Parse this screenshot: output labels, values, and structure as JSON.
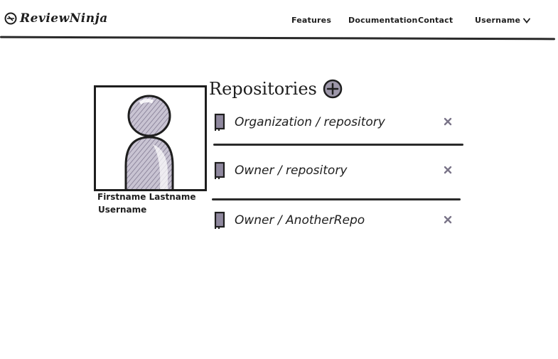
{
  "header": {
    "logo_text": "ReviewNinja",
    "nav": {
      "features": "Features",
      "documentation": "Documentation",
      "contact": "Contact",
      "user_menu": "Username"
    }
  },
  "profile": {
    "full_name": "Firstname Lastname",
    "username": "Username"
  },
  "repositories": {
    "title": "Repositories",
    "items": [
      {
        "name": "Organization / repository"
      },
      {
        "name": "Owner / repository"
      },
      {
        "name": "Owner / AnotherRepo"
      }
    ]
  },
  "colors": {
    "ink": "#1e1e1e",
    "shade": "#a8a2b4",
    "background": "#ffffff"
  },
  "icons": {
    "logo": "ninja-logo-icon",
    "add": "add-repository-icon",
    "repo": "book-icon",
    "remove": "close-icon",
    "menu": "chevron-down-icon"
  }
}
